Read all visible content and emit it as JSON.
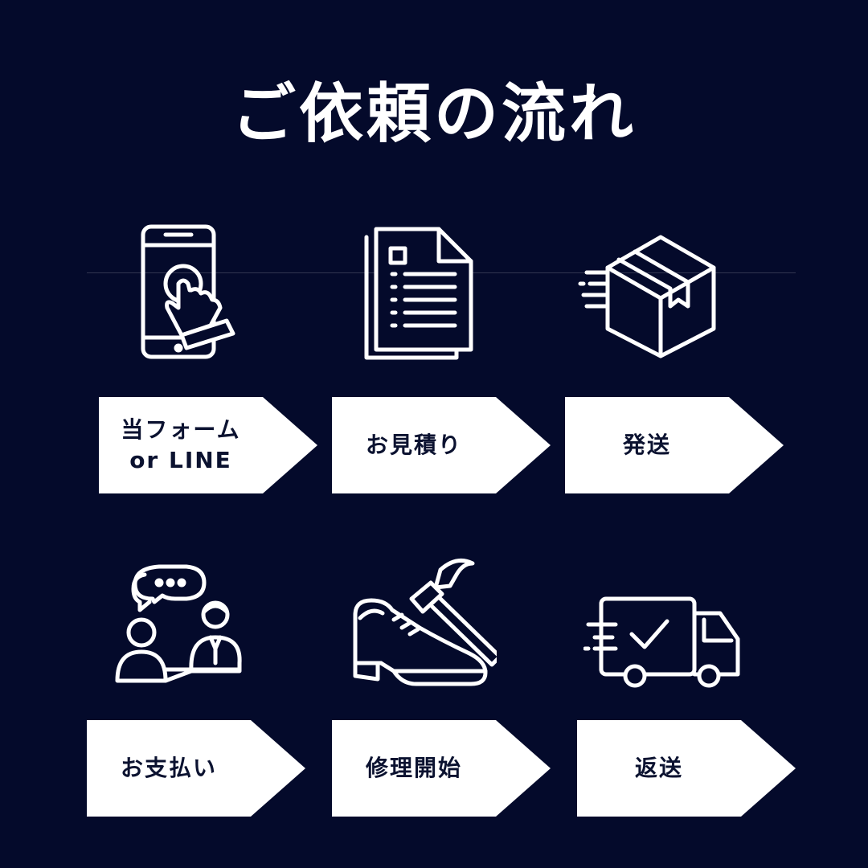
{
  "title": "ご依頼の流れ",
  "colors": {
    "background": "#040a2b",
    "label_background": "#ffffff",
    "label_text": "#0b1230",
    "icon_stroke": "#ffffff"
  },
  "steps": [
    {
      "icon": "smartphone-tap-icon",
      "label_lines": [
        "当フォーム",
        "or LINE"
      ]
    },
    {
      "icon": "document-icon",
      "label_lines": [
        "お見積り"
      ]
    },
    {
      "icon": "shipping-box-icon",
      "label_lines": [
        "発送"
      ]
    },
    {
      "icon": "payment-meeting-icon",
      "label_lines": [
        "お支払い"
      ]
    },
    {
      "icon": "shoe-hammer-icon",
      "label_lines": [
        "修理開始"
      ]
    },
    {
      "icon": "delivery-truck-icon",
      "label_lines": [
        "返送"
      ]
    }
  ]
}
